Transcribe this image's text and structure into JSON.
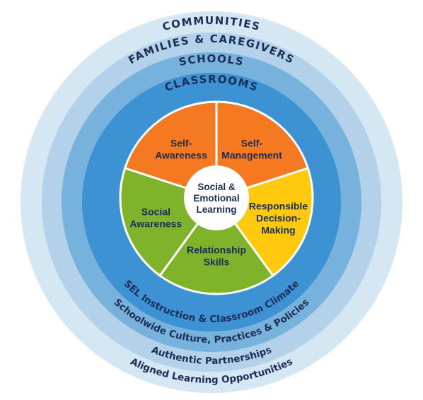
{
  "rings": {
    "communities": {
      "label": "COMMUNITIES",
      "sub": "Aligned Learning Opportunities",
      "color": "#d4e7f2"
    },
    "families": {
      "label": "FAMILIES & CAREGIVERS",
      "sub": "Authentic Partnerships",
      "color": "#b3d2e9"
    },
    "schools": {
      "label": "SCHOOLS",
      "sub": "Schoolwide Culture, Practices & Policies",
      "color": "#76b2dc"
    },
    "classrooms": {
      "label": "CLASSROOMS",
      "sub": "SEL Instruction & Classroom Climate",
      "color": "#3d92d3"
    }
  },
  "competencies": [
    {
      "lines": [
        "Self-",
        "Awareness"
      ],
      "color": "#f47920"
    },
    {
      "lines": [
        "Self-",
        "Management"
      ],
      "color": "#f47920"
    },
    {
      "lines": [
        "Responsible",
        "Decision-",
        "Making"
      ],
      "color": "#ffc90e"
    },
    {
      "lines": [
        "Relationship",
        "Skills"
      ],
      "color": "#7fb42a"
    },
    {
      "lines": [
        "Social",
        "Awareness"
      ],
      "color": "#7fb42a"
    }
  ],
  "center": {
    "lines": [
      "Social &",
      "Emotional",
      "Learning"
    ]
  },
  "colors": {
    "text": "#1c2d55",
    "divider": "#ffffff"
  }
}
